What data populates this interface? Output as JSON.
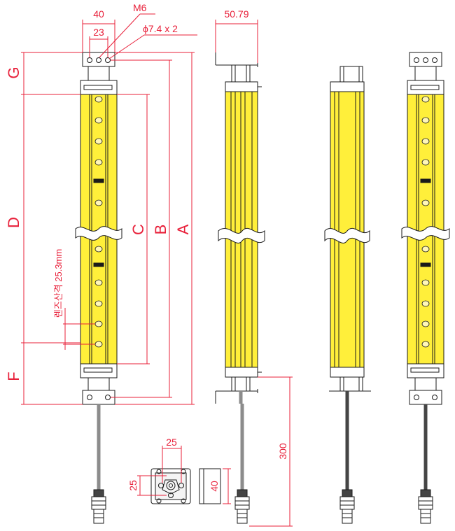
{
  "dimensions": {
    "width_40": "40",
    "inner_23": "23",
    "thread_m6": "M6",
    "hole_phi": "ϕ7.4 x 2",
    "depth_5079": "50.79",
    "label_g": "G",
    "label_d": "D",
    "label_f": "F",
    "label_c": "C",
    "label_b": "B",
    "label_a": "A",
    "lens_pitch": "렌즈산격 25.3mm",
    "cable_300": "300",
    "bracket_25_top": "25",
    "bracket_25_side": "25",
    "bracket_40": "40"
  },
  "colors": {
    "dimension": "#e8203a",
    "housing": "#ffef3a",
    "outline": "#1a1a1a",
    "cable": "#8c8c8c"
  }
}
